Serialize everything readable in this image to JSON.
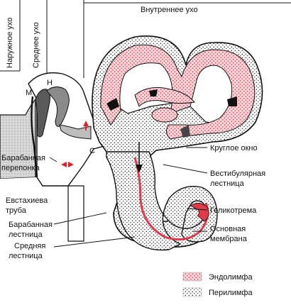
{
  "regions": {
    "outer": "Наружное ухо",
    "middle": "Среднее ухо",
    "inner": "Внутреннее ухо"
  },
  "ossicles": {
    "malleus": "М",
    "incus": "Н",
    "stapes": "С"
  },
  "labels": {
    "eardrum_1": "Барабанная",
    "eardrum_2": "перепонка",
    "eustachian_1": "Евстахиева",
    "eustachian_2": "труба",
    "scala_tympani_1": "Барабанная",
    "scala_tympani_2": "лестница",
    "scala_media_1": "Средняя",
    "scala_media_2": "лестница",
    "round_window": "Круглое окно",
    "scala_vestibuli_1": "Вестибулярная",
    "scala_vestibuli_2": "лестница",
    "helicotrema": "Геликотрема",
    "basilar_1": "Основная",
    "basilar_2": "мембрана"
  },
  "legend": {
    "endolymph": "Эндолимфа",
    "perilymph": "Перилимфа"
  },
  "colors": {
    "endolymph": "#e23a4a",
    "endolymph_fill": "#f6c9cd",
    "perilymph_dots": "#222222",
    "bone": "#ffffff",
    "tissue": "#c9c9c9",
    "ossicle": "#555555",
    "arrow": "#e2202a"
  }
}
